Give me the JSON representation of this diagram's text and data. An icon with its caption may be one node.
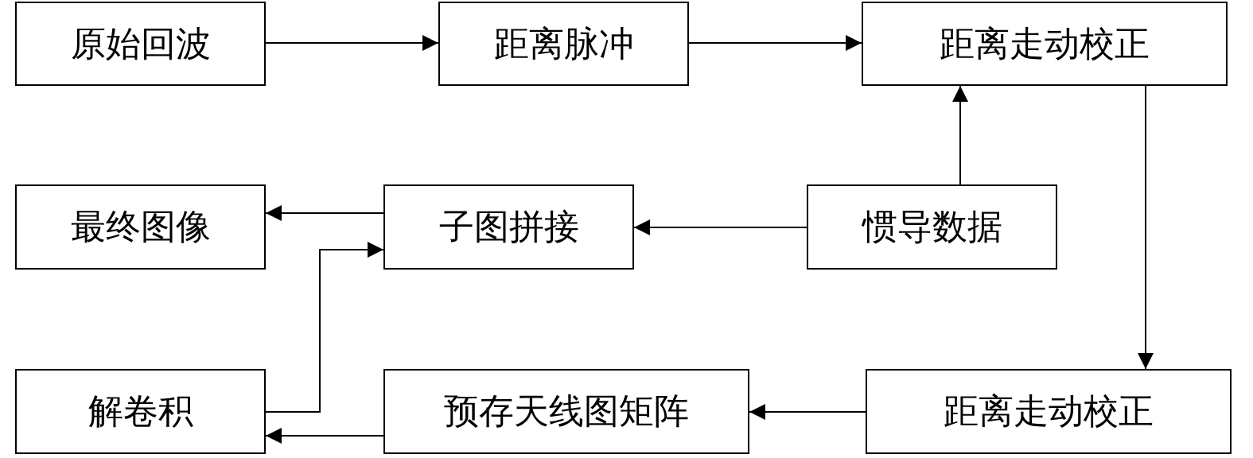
{
  "diagram": {
    "nodes": [
      {
        "text": [
          "原始回波"
        ]
      },
      {
        "text": [
          "距离脉冲"
        ]
      },
      {
        "text": [
          "距离走动校正"
        ]
      },
      {
        "text": [
          "最终图像"
        ]
      },
      {
        "text": [
          "子图拼接"
        ]
      },
      {
        "text": [
          "惯导数据"
        ]
      },
      {
        "text": [
          "解卷积"
        ]
      },
      {
        "text": [
          "预存天线图矩阵"
        ]
      },
      {
        "text": [
          "距离走动校正"
        ]
      }
    ],
    "edges": [
      {
        "from": 0,
        "to": 1,
        "arrow": "to"
      },
      {
        "from": 1,
        "to": 2,
        "arrow": "to"
      },
      {
        "from": 5,
        "to": 2,
        "arrow": "to"
      },
      {
        "from": 2,
        "to": 8,
        "arrow": "to"
      },
      {
        "from": 8,
        "to": 7,
        "arrow": "to"
      },
      {
        "from": 7,
        "to": 6,
        "arrow": "to"
      },
      {
        "from": 6,
        "to": 4,
        "arrow": "to"
      },
      {
        "from": 4,
        "to": 3,
        "arrow": "to"
      },
      {
        "from": 5,
        "to": 4,
        "arrow": "to"
      }
    ]
  }
}
